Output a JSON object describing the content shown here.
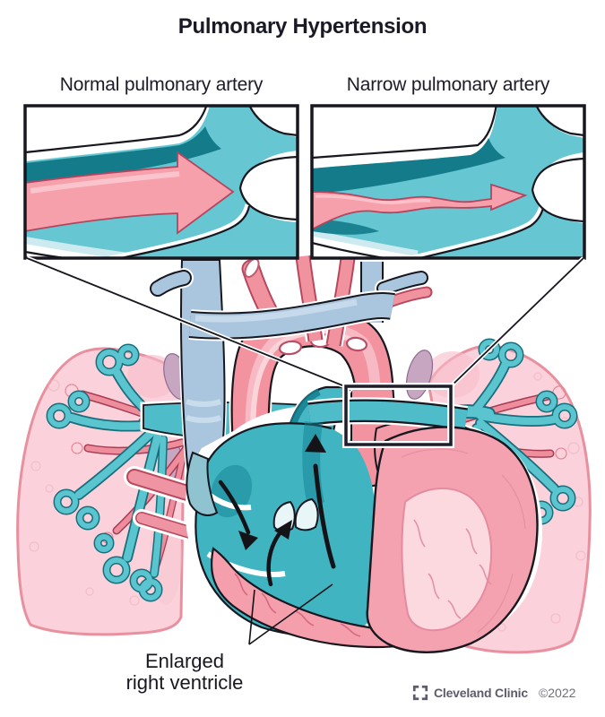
{
  "title": "Pulmonary Hypertension",
  "panels": {
    "left": {
      "label": "Normal pulmonary artery"
    },
    "right": {
      "label": "Narrow pulmonary artery"
    }
  },
  "annotation": {
    "line1": "Enlarged",
    "line2": "right ventricle"
  },
  "footer": {
    "brand": "Cleveland Clinic",
    "copyright": "©2022"
  },
  "colors": {
    "teal": "#5ac5cf",
    "teal_dark": "#147b8a",
    "teal_deep": "#0f8090",
    "pink_vessel": "#ee8e9c",
    "pink_dark": "#b5455e",
    "arrow_pink": "#f6a0ac",
    "aorta_pink": "#f2939f",
    "lung_fill": "#fbd2db",
    "lung_stroke": "#e9909f",
    "heart_pink": "#f4a2b0",
    "heart_light": "#fcd9df",
    "blue_vessel": "#aac6de",
    "mauve_tissue": "#c7a6c2",
    "outline": "#17171f",
    "text": "#1a1a26",
    "footer_gray": "#5c5c6a"
  }
}
